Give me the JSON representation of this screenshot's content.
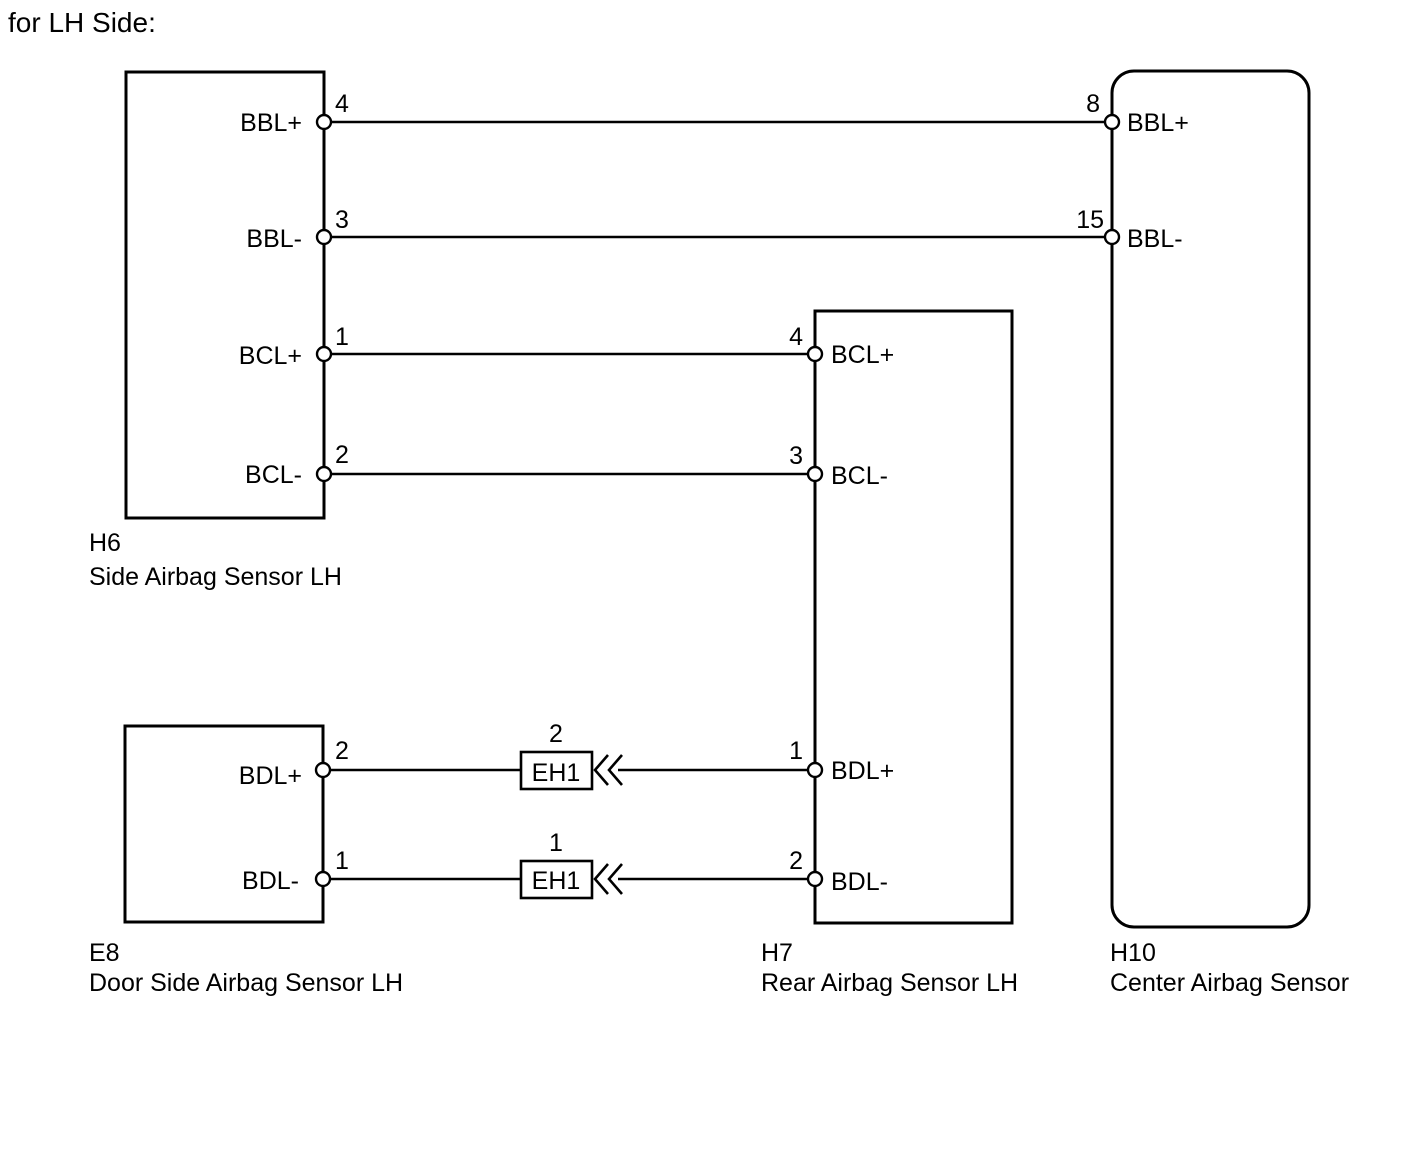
{
  "title": "for LH Side:",
  "components": {
    "h6": {
      "code": "H6",
      "name": "Side Airbag Sensor LH",
      "pins": [
        "BBL+",
        "BBL-",
        "BCL+",
        "BCL-"
      ],
      "pin_numbers": [
        "4",
        "3",
        "1",
        "2"
      ]
    },
    "h10": {
      "code": "H10",
      "name": "Center Airbag Sensor",
      "pins": [
        "BBL+",
        "BBL-"
      ],
      "pin_numbers": [
        "8",
        "15"
      ]
    },
    "h7": {
      "code": "H7",
      "name": "Rear Airbag Sensor LH",
      "pins": [
        "BCL+",
        "BCL-",
        "BDL+",
        "BDL-"
      ],
      "pin_numbers": [
        "4",
        "3",
        "1",
        "2"
      ]
    },
    "e8": {
      "code": "E8",
      "name": "Door Side Airbag Sensor LH",
      "pins": [
        "BDL+",
        "BDL-"
      ],
      "pin_numbers": [
        "2",
        "1"
      ]
    }
  },
  "connectors": [
    {
      "code": "EH1",
      "pin_number": "2"
    },
    {
      "code": "EH1",
      "pin_number": "1"
    }
  ]
}
